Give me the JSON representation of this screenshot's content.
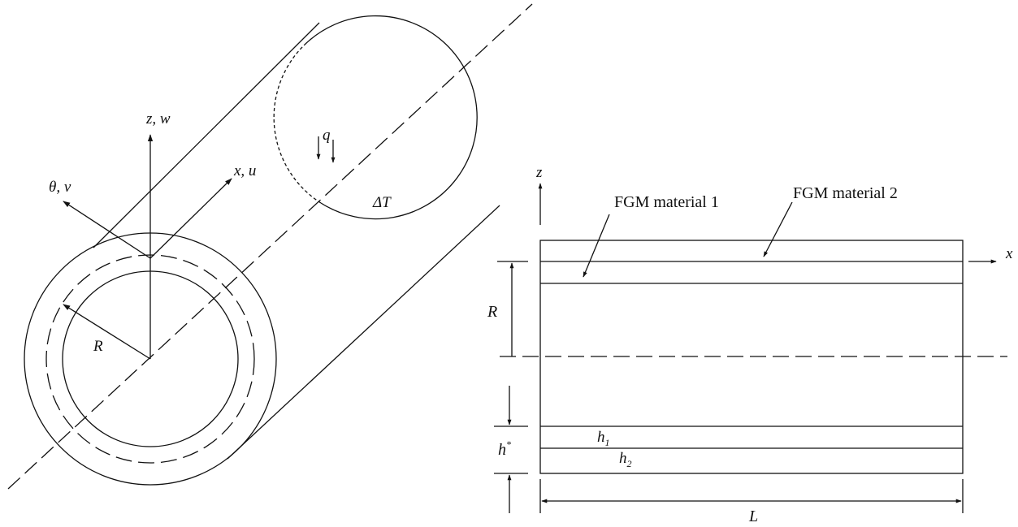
{
  "left_figure": {
    "axis_z": "z, w",
    "axis_x": "x, u",
    "axis_theta": "θ, v",
    "radius": "R",
    "load": "q",
    "temperature": "ΔT"
  },
  "right_figure": {
    "axis_z": "z",
    "axis_x": "x",
    "label_material_1": "FGM material 1",
    "label_material_2": "FGM material 2",
    "radius": "R",
    "thickness_total": "h",
    "thickness_total_sup": "*",
    "thickness_1": "h",
    "thickness_1_sub": "1",
    "thickness_2": "h",
    "thickness_2_sub": "2",
    "length": "L"
  }
}
